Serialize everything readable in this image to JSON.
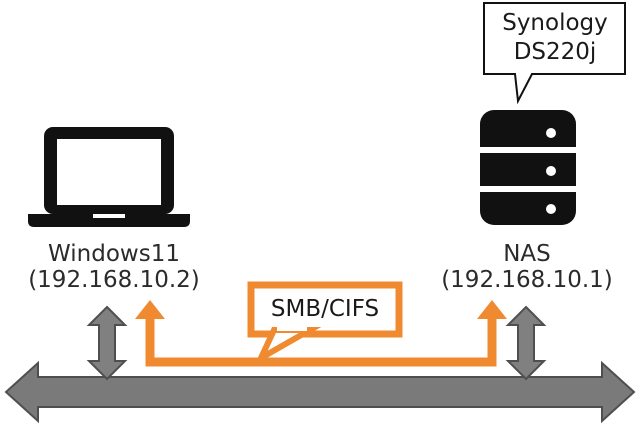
{
  "nodes": {
    "pc": {
      "name": "Windows11",
      "ip": "(192.168.10.2)",
      "icon": "laptop-icon"
    },
    "nas": {
      "name": "NAS",
      "ip": "(192.168.10.1)",
      "icon": "database-server-icon"
    }
  },
  "callouts": {
    "model": {
      "line1": "Synology",
      "line2": "DS220j"
    },
    "protocol": {
      "text": "SMB/CIFS"
    }
  },
  "network": {
    "label": "",
    "icon": "network-bus-arrow"
  },
  "colors": {
    "accent": "#f08a30",
    "icon": "#111111",
    "bus": "#7a7a7a",
    "bus_border": "#4f4f4f",
    "text": "#2b2b2b"
  }
}
